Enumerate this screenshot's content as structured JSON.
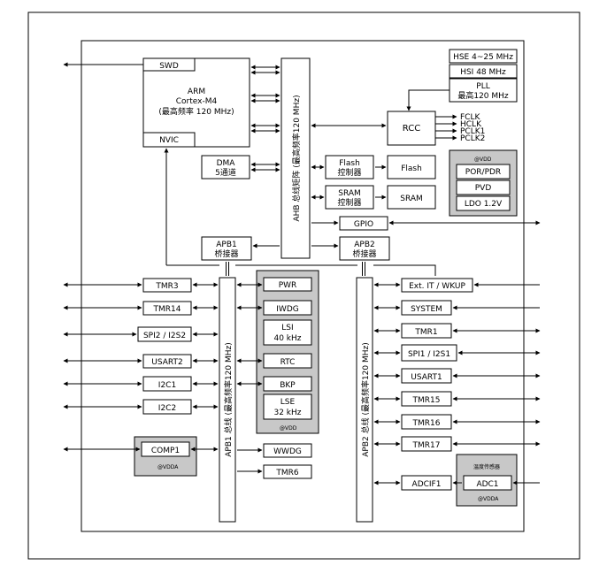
{
  "clocks": {
    "hse": "HSE 4~25 MHz",
    "hsi": "HSI 48 MHz",
    "pll_line1": "PLL",
    "pll_line2": "最高120 MHz"
  },
  "core": {
    "swd": "SWD",
    "arm_line1": "ARM",
    "arm_line2": "Cortex-M4",
    "arm_line3": "(最高频率 120 MHz)",
    "nvic": "NVIC"
  },
  "dma": {
    "line1": "DMA",
    "line2": "5通道"
  },
  "ahb_bus": "AHB 总线矩阵 (最高频率120 MHz)",
  "rcc": {
    "label": "RCC",
    "outputs": [
      "FCLK",
      "HCLK",
      "PCLK1",
      "PCLK2"
    ]
  },
  "vdd_block": {
    "label": "@VDD",
    "items": [
      "POR/PDR",
      "PVD",
      "LDO 1.2V"
    ]
  },
  "flash": {
    "ctrl_line1": "Flash",
    "ctrl_line2": "控制器",
    "mem": "Flash"
  },
  "sram": {
    "ctrl_line1": "SRAM",
    "ctrl_line2": "控制器",
    "mem": "SRAM"
  },
  "gpio": "GPIO",
  "apb1_bridge": {
    "line1": "APB1",
    "line2": "桥接器"
  },
  "apb2_bridge": {
    "line1": "APB2",
    "line2": "桥接器"
  },
  "apb1_bus": "APB1 总线 (最高频率120 MHz)",
  "apb2_bus": "APB2 总线 (最高频率120 MHz)",
  "apb1_periph": [
    "TMR3",
    "TMR14",
    "SPI2 / I2S2",
    "USART2",
    "I2C1",
    "I2C2"
  ],
  "comp": {
    "label": "COMP1",
    "domain": "@VDDA"
  },
  "backup_domain": {
    "label": "@VDD",
    "items": [
      "PWR",
      "IWDG",
      "LSI",
      "40 kHz",
      "RTC",
      "BKP",
      "LSE",
      "32 kHz"
    ]
  },
  "wwdg": "WWDG",
  "tmr6": "TMR6",
  "apb2_periph": [
    "Ext. IT / WKUP",
    "SYSTEM",
    "TMR1",
    "SPI1 / I2S1",
    "USART1",
    "TMR15",
    "TMR16",
    "TMR17"
  ],
  "adcif": "ADCIF1",
  "adc": {
    "label": "ADC1",
    "sensor": "温度传感器",
    "domain": "@VDDA"
  }
}
